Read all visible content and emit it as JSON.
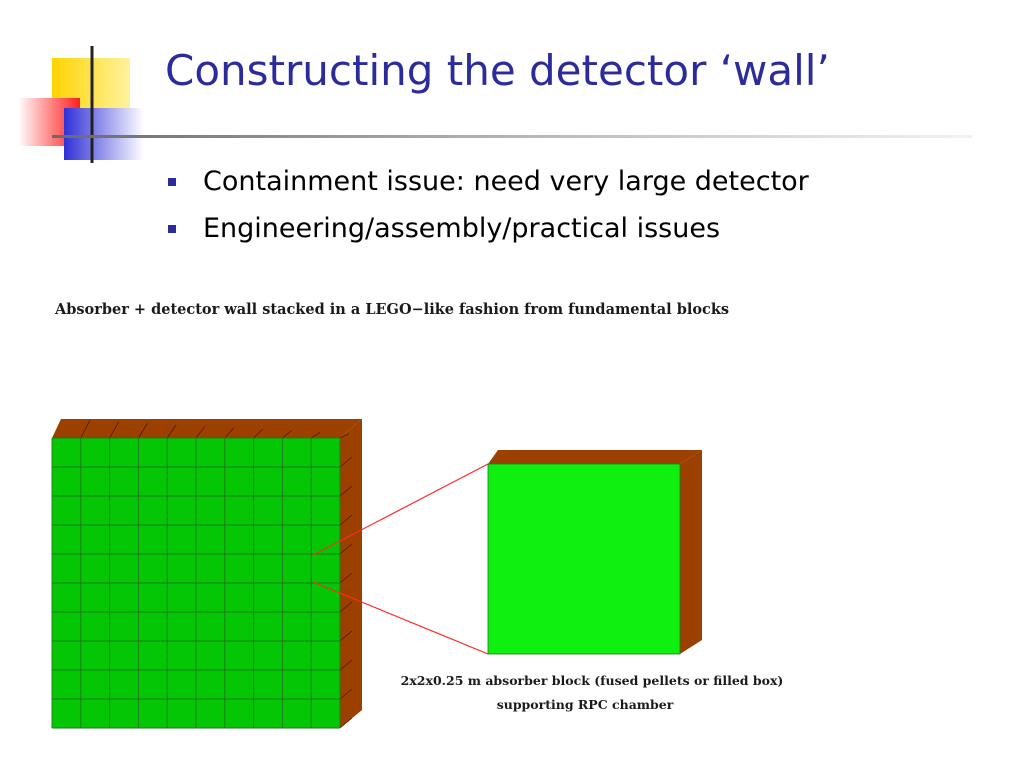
{
  "slide": {
    "title": "Constructing the detector ‘wall’",
    "bullets": [
      "Containment issue: need very large detector",
      "Engineering/assembly/practical issues"
    ]
  },
  "figure": {
    "caption": "Absorber + detector wall stacked in a LEGO−like fashion from fundamental blocks",
    "block_label_line1": "2x2x0.25 m absorber block (fused pellets or filled box)",
    "block_label_line2": "supporting RPC chamber",
    "wall": {
      "rows": 10,
      "cols": 10
    },
    "colors": {
      "detector_face": "#05c605",
      "detector_grid": "#1a7a1a",
      "absorber": "#9c4000",
      "absorber_grid": "#4a1800",
      "block_face": "#10f010",
      "zoom_lines": "#ff2a2a",
      "title_text": "#2b2b9c",
      "bullet": "#2b2b9c"
    }
  }
}
